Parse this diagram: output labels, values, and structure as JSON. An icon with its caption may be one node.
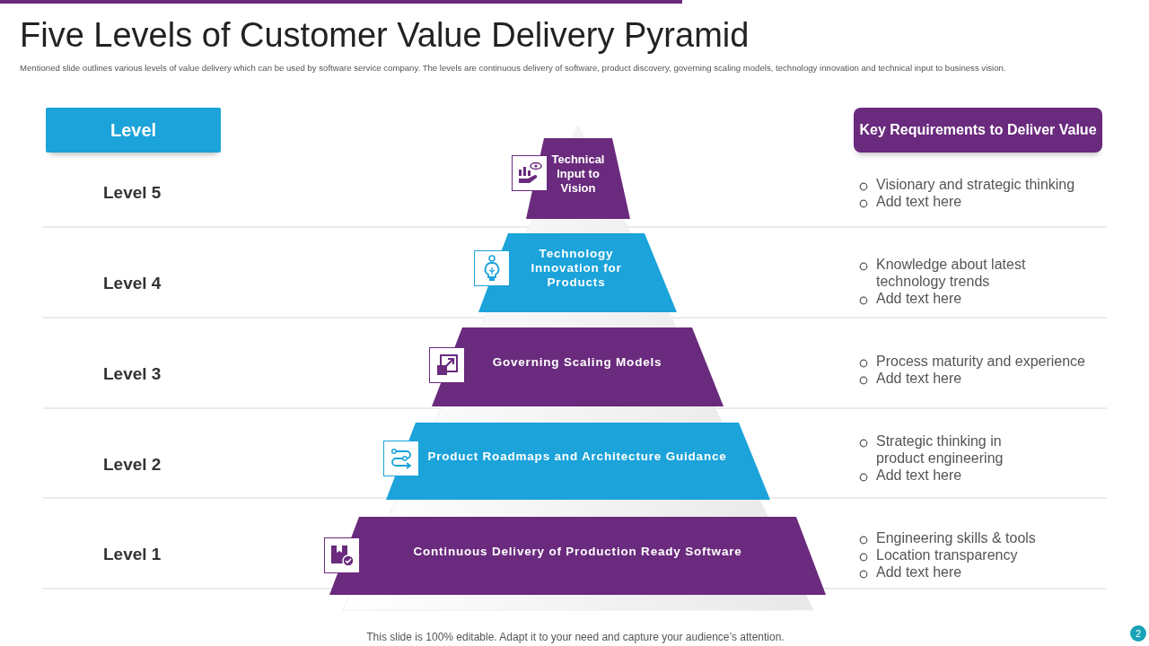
{
  "diagram": {
    "title": "Five Levels of Customer Value Delivery Pyramid",
    "nodes": [
      {
        "text": [
          "Level"
        ]
      },
      {
        "text": [
          "Key Requirements to Deliver Value"
        ]
      },
      {
        "text": [
          "Technical Input to Vision"
        ]
      },
      {
        "text": [
          "Technology Innovation for Products"
        ]
      },
      {
        "text": [
          "Governing Scaling Models"
        ]
      },
      {
        "text": [
          "Product Roadmaps and Architecture Guidance"
        ]
      },
      {
        "text": [
          "Continuous Delivery of Production Ready Software"
        ]
      }
    ],
    "labels": [
      "Mentioned slide outlines various levels of value delivery which can be used by software service company. The levels are continuous delivery of software, product discovery, governing scaling models, technology innovation and technical input to business vision.",
      "Level 5",
      "Visionary and strategic thinking",
      "Add text here",
      "Level 4",
      "Knowledge about latest technology trends",
      "Add text here",
      "Level 3",
      "Process maturity and experience",
      "Add text here",
      "Level 2",
      "Strategic thinking in product engineering",
      "Add text here",
      "Level 1",
      "Engineering skills & tools",
      "Location transparency",
      "Add text here",
      "This slide is 100% editable. Adapt it to your need and capture your audience’s attention.",
      "2"
    ]
  }
}
